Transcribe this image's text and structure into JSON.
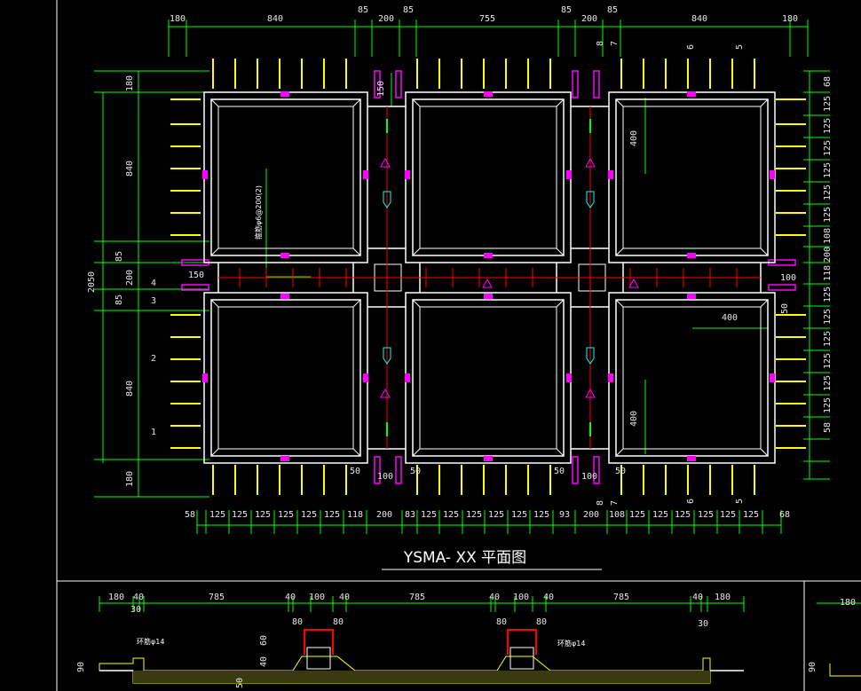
{
  "title": "YSMA- XX 平面图",
  "top_dims": [
    "180",
    "840",
    "85",
    "200",
    "85",
    "755",
    "85",
    "200",
    "85",
    "840",
    "180"
  ],
  "bottom_dims": [
    "58",
    "125",
    "125",
    "125",
    "125",
    "125",
    "125",
    "118",
    "200",
    "83",
    "125",
    "125",
    "125",
    "125",
    "125",
    "125",
    "93",
    "200",
    "108",
    "125",
    "125",
    "125",
    "125",
    "125",
    "125",
    "68"
  ],
  "left_dims": [
    "180",
    "840",
    "85",
    "200",
    "85",
    "840",
    "180"
  ],
  "left_total": "2050",
  "right_dims": [
    "68",
    "125",
    "125",
    "125",
    "125",
    "125",
    "125",
    "108",
    "200",
    "118",
    "125",
    "125",
    "125",
    "125",
    "125",
    "125",
    "58"
  ],
  "section_labels_left": [
    "4",
    "3",
    "2",
    "1"
  ],
  "section_labels_top": [
    "8",
    "7",
    "6",
    "5"
  ],
  "section_labels_bottom": [
    "8",
    "7",
    "6",
    "5"
  ],
  "inner_dims": {
    "d400a": "400",
    "d400b": "400",
    "d400c": "400",
    "d150a": "150",
    "d150b": "150",
    "d100a": "100",
    "d100b": "100",
    "d100c": "100",
    "d50a": "50",
    "d50b": "50",
    "d50c": "50",
    "d50d": "50",
    "d50e": "50"
  },
  "rebar_note": "箍筋φ6@200(2)",
  "section_top_dims": [
    "180",
    "40",
    "785",
    "40",
    "100",
    "40",
    "785",
    "40",
    "100",
    "40",
    "785",
    "40",
    "180"
  ],
  "section_sub_dims": [
    "30",
    "80",
    "80",
    "80",
    "80",
    "30"
  ],
  "section_side": {
    "left90": "90",
    "right90": "90",
    "d60": "60",
    "d40": "40",
    "d50": "50",
    "d180": "180"
  },
  "section_notes": [
    "环筋φ14",
    "环筋φ14"
  ],
  "colors": {
    "dim": "#00ff00",
    "wall": "#ffffff",
    "rebar": "#ffff00",
    "mark": "#ff00ff",
    "axis": "#ff0000",
    "cyan": "#00ffff"
  }
}
